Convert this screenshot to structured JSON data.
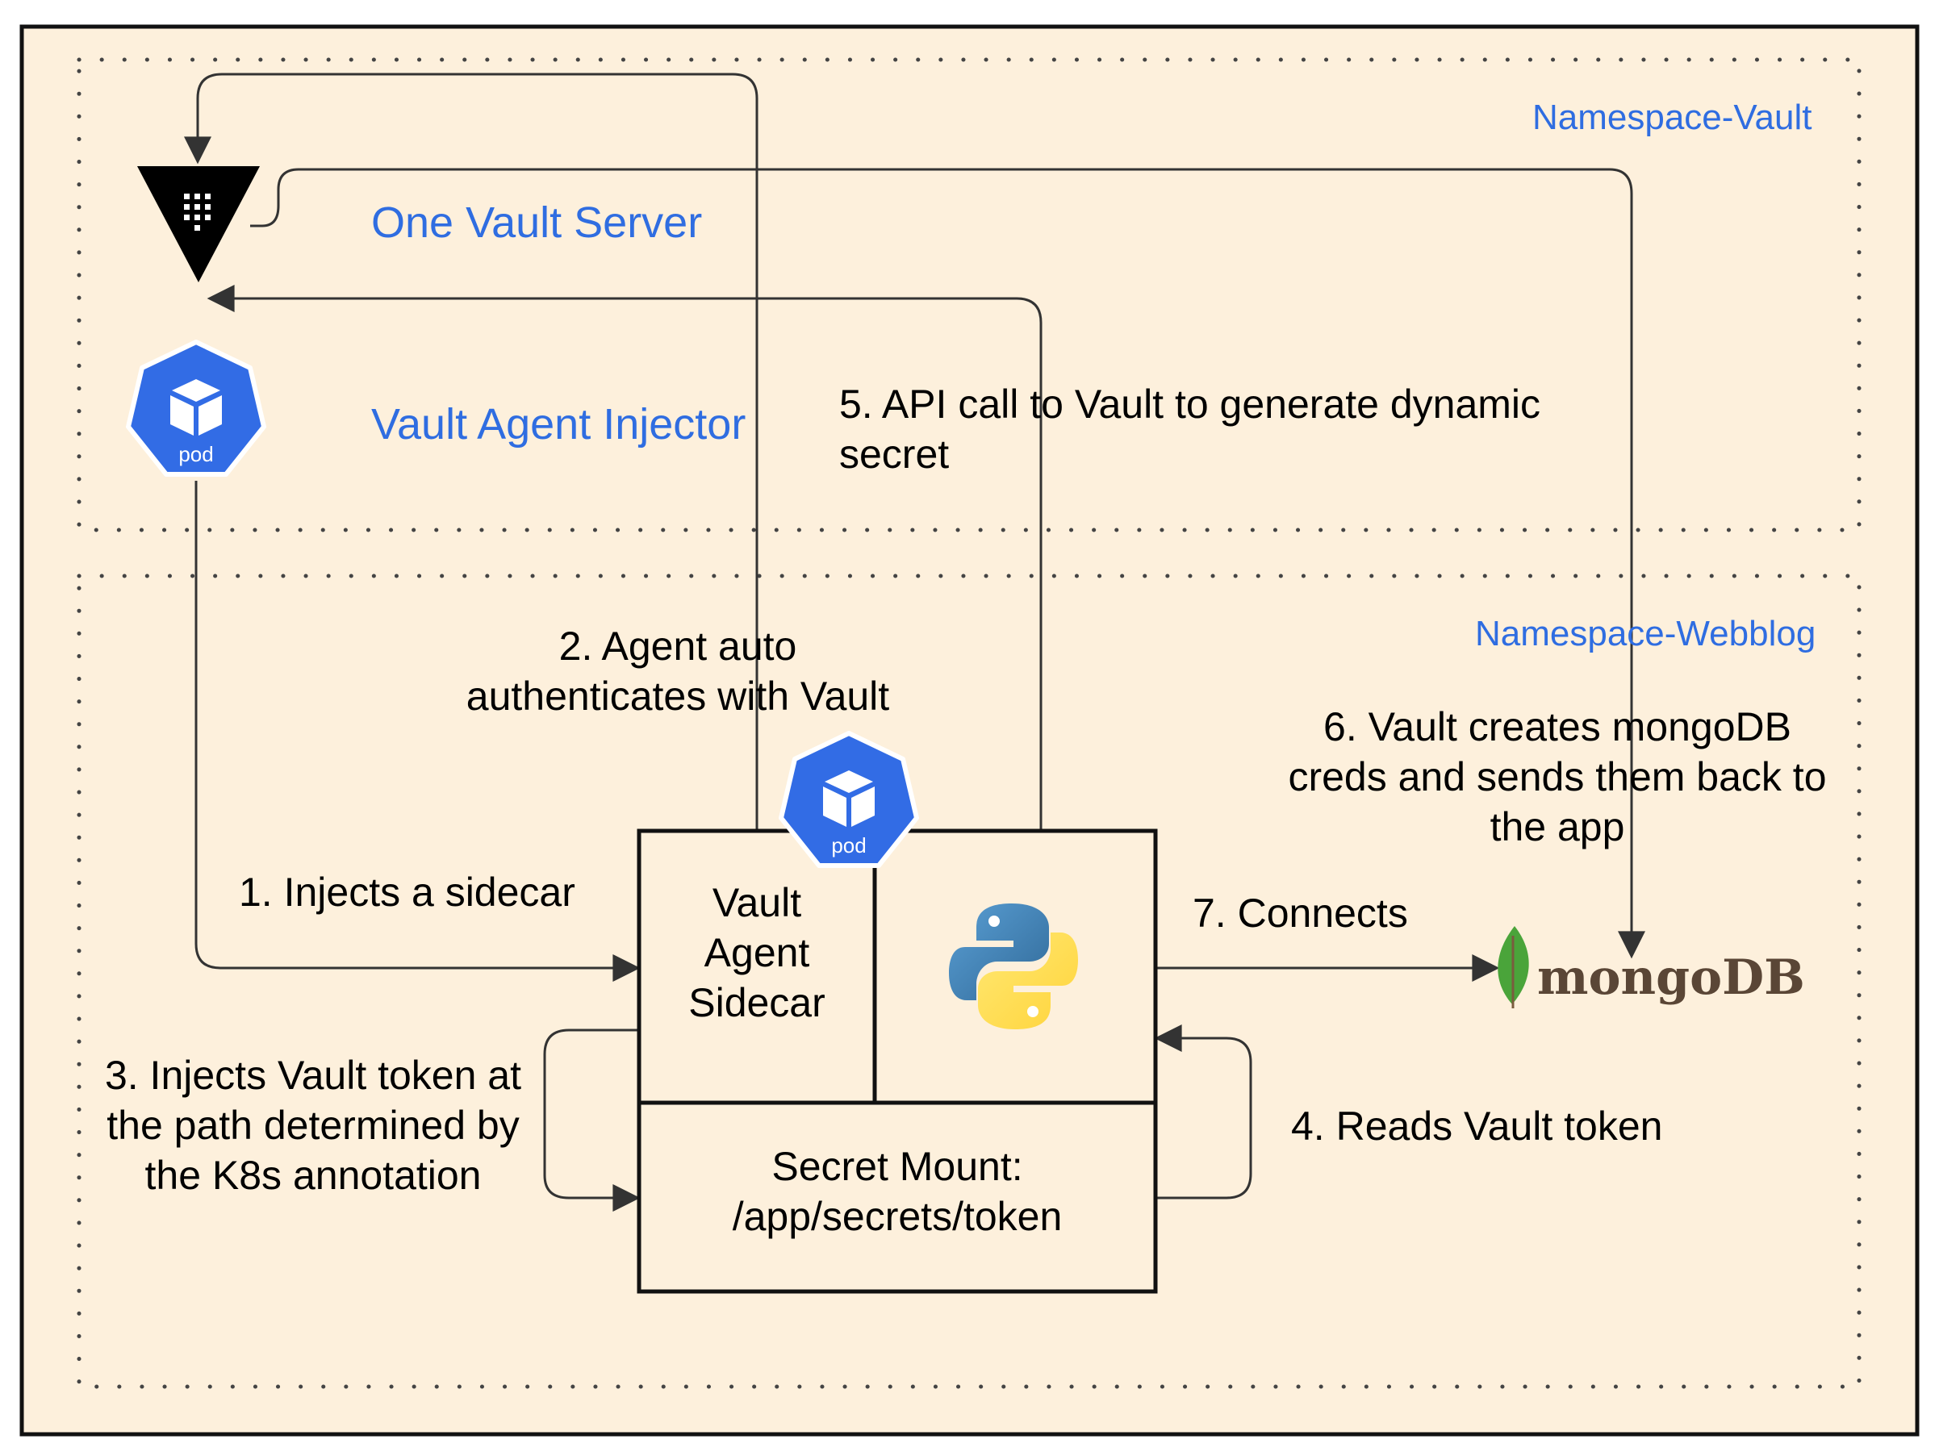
{
  "namespaces": {
    "vault": "Namespace-Vault",
    "webblog": "Namespace-Webblog"
  },
  "components": {
    "vault_server": "One Vault Server",
    "injector": "Vault Agent Injector",
    "sidecar": [
      "Vault",
      "Agent",
      "Sidecar"
    ],
    "secret_mount": [
      "Secret Mount:",
      "/app/secrets/token"
    ],
    "pod_label": "pod",
    "mongodb_text": "mongoDB"
  },
  "steps": {
    "s1": [
      "1. Injects a sidecar"
    ],
    "s2": [
      "2. Agent auto",
      "authenticates with Vault"
    ],
    "s3": [
      "3. Injects Vault token at",
      "the path determined by",
      "the K8s annotation"
    ],
    "s4": [
      "4. Reads Vault token"
    ],
    "s5": [
      "5. API call to Vault to generate dynamic",
      "secret"
    ],
    "s6": [
      "6. Vault creates mongoDB",
      "creds and sends them back to",
      "the app"
    ],
    "s7": [
      "7. Connects"
    ]
  },
  "colors": {
    "background": "#fdf0dc",
    "label_blue": "#2f6de1",
    "k8s_blue": "#326ce5",
    "python_blue": "#3776ab",
    "python_yellow": "#ffd43b",
    "mongo_green": "#4aa43a",
    "mongo_text": "#5a4636"
  },
  "icons": [
    "vault-logo-icon",
    "k8s-pod-icon",
    "python-logo-icon",
    "mongodb-leaf-icon"
  ]
}
